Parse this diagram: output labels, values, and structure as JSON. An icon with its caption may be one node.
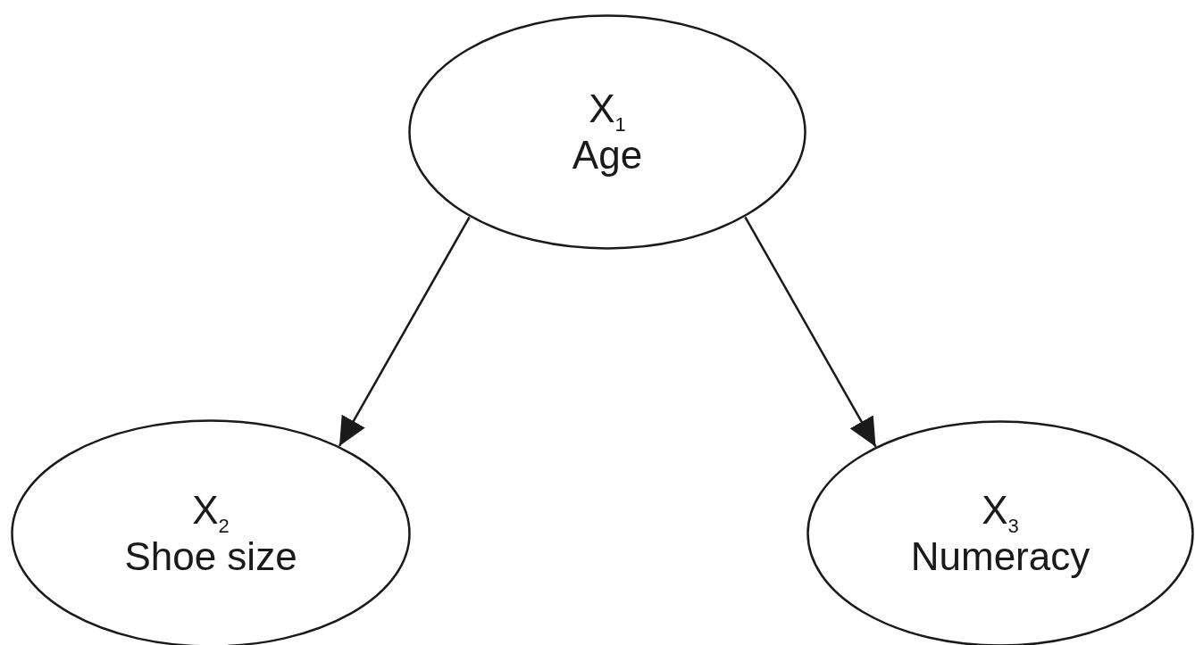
{
  "diagram": {
    "nodes": [
      {
        "text": [
          "X$_{1}$",
          "Age"
        ]
      },
      {
        "text": [
          "X$_{2}$",
          "Shoe size"
        ]
      },
      {
        "text": [
          "X$_{3}$",
          "Numeracy"
        ]
      }
    ],
    "edges": [
      {
        "from": 0,
        "to": 1,
        "arrow": "to"
      },
      {
        "from": 0,
        "to": 2,
        "arrow": "to"
      }
    ]
  }
}
